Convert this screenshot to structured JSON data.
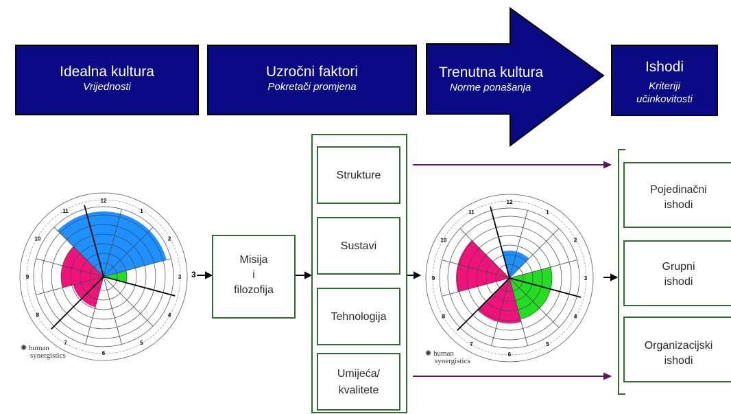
{
  "colors": {
    "header_fill": "#0a0a84",
    "box_border": "#2f6b2f",
    "line_purple": "#5a1a5a",
    "blue": "#1e90ff",
    "pink": "#f0147a",
    "green": "#22dd22"
  },
  "headers": {
    "ideal": {
      "title": "Idealna kultura",
      "subtitle": "Vrijednosti"
    },
    "causal": {
      "title": "Uzročni faktori",
      "subtitle": "Pokretači promjena"
    },
    "current": {
      "title": "Trenutna kultura",
      "subtitle": "Norme ponašanja"
    },
    "outcomes": {
      "title": "Ishodi",
      "subtitle1": "Kriteriji",
      "subtitle2": "učinkovitosti"
    }
  },
  "mission": {
    "line1": "Misija",
    "line2": "i",
    "line3": "filozofija"
  },
  "factors": [
    "Strukture",
    "Sustavi",
    "Tehnologija",
    "Umijeća/",
    "kvalitete"
  ],
  "results": [
    {
      "line1": "Pojedinačni",
      "line2": "ishodi"
    },
    {
      "line1": "Grupni",
      "line2": "ishodi"
    },
    {
      "line1": "Organizacijski",
      "line2": "ishodi"
    }
  ],
  "circumplex": {
    "numbers": [
      "12",
      "1",
      "2",
      "3",
      "4",
      "5",
      "6",
      "7",
      "8",
      "9",
      "10",
      "11"
    ],
    "logo_line1": "human",
    "logo_line2": "synergistics",
    "left_arrow_label": "3"
  }
}
